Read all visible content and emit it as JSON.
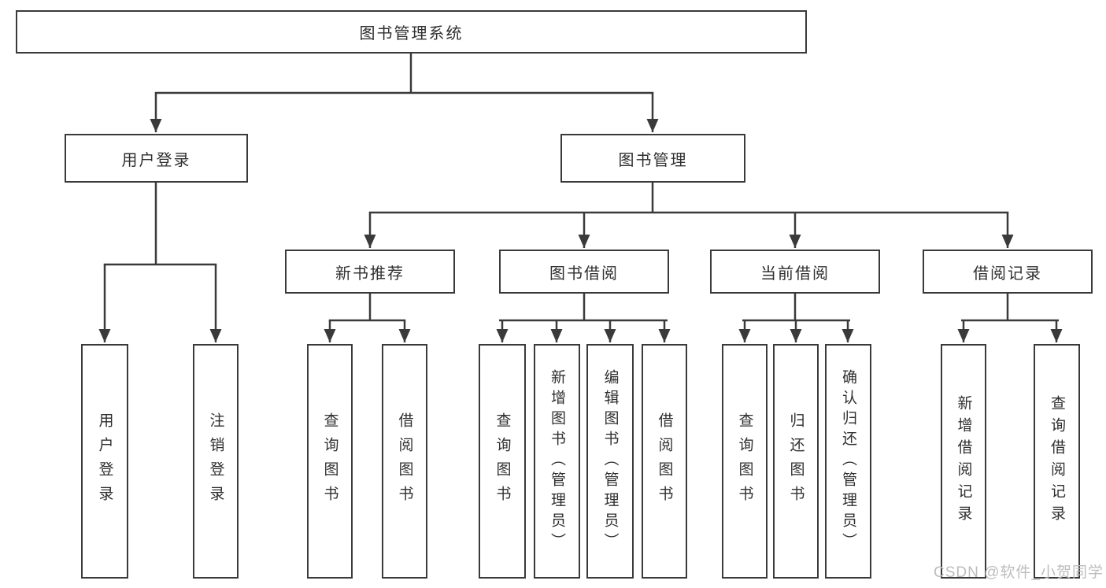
{
  "diagram_title": "图书管理系统",
  "tree": {
    "label": "图书管理系统",
    "children": [
      {
        "label": "用户登录",
        "children": [
          {
            "label": "用户登录"
          },
          {
            "label": "注销登录"
          }
        ]
      },
      {
        "label": "图书管理",
        "children": [
          {
            "label": "新书推荐",
            "children": [
              {
                "label": "查询图书"
              },
              {
                "label": "借阅图书"
              }
            ]
          },
          {
            "label": "图书借阅",
            "children": [
              {
                "label": "查询图书"
              },
              {
                "label": "新增图书（管理员）"
              },
              {
                "label": "编辑图书（管理员）"
              },
              {
                "label": "借阅图书"
              }
            ]
          },
          {
            "label": "当前借阅",
            "children": [
              {
                "label": "查询图书"
              },
              {
                "label": "归还图书"
              },
              {
                "label": "确认归还（管理员）"
              }
            ]
          },
          {
            "label": "借阅记录",
            "children": [
              {
                "label": "新增借阅记录"
              },
              {
                "label": "查询借阅记录"
              }
            ]
          }
        ]
      }
    ]
  },
  "watermark": "CSDN @软件_小贺同学",
  "colors": {
    "line": "#3a3a3a",
    "box_border": "#3a3a3a",
    "text": "#2f2f2f",
    "background": "#ffffff",
    "watermark": "#bdbdbd"
  }
}
